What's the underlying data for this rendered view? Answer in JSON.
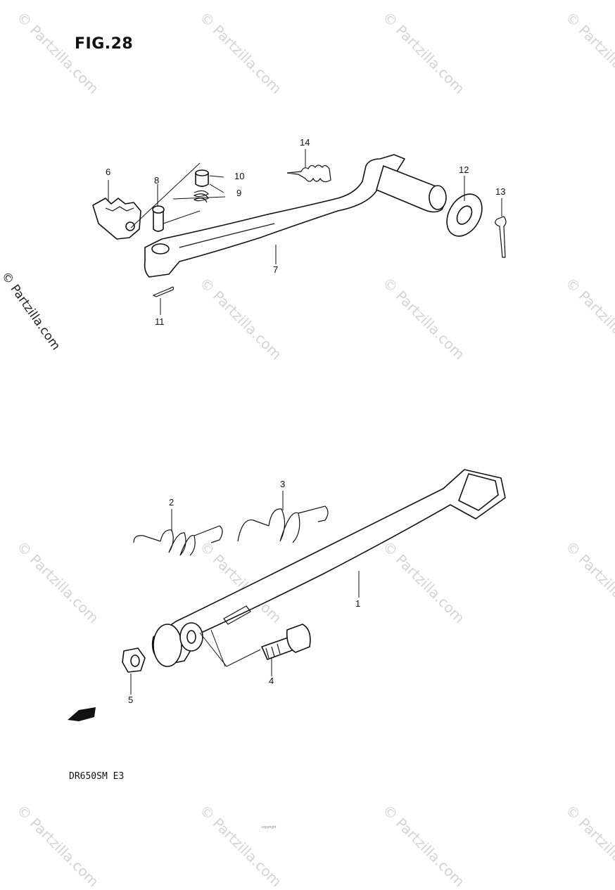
{
  "figure": {
    "title": "FIG.28",
    "model": "DR650SM  E3"
  },
  "watermark": {
    "text": "© Partzilla.com",
    "color": "#d4d4d4"
  },
  "side_watermark": {
    "text": "© Partzilla.com"
  },
  "callouts": [
    "1",
    "2",
    "3",
    "4",
    "5",
    "6",
    "7",
    "8",
    "9",
    "10",
    "11",
    "12",
    "13",
    "14"
  ],
  "footer_note": "copyright",
  "parts": [
    {
      "id": "1",
      "name": "side-stand"
    },
    {
      "id": "2",
      "name": "spring-small"
    },
    {
      "id": "3",
      "name": "spring-large"
    },
    {
      "id": "4",
      "name": "bolt"
    },
    {
      "id": "5",
      "name": "nut"
    },
    {
      "id": "6",
      "name": "brake-pedal-tip"
    },
    {
      "id": "7",
      "name": "brake-pedal"
    },
    {
      "id": "8",
      "name": "pin"
    },
    {
      "id": "9",
      "name": "spring-tip"
    },
    {
      "id": "10",
      "name": "cap"
    },
    {
      "id": "11",
      "name": "cotter-pin"
    },
    {
      "id": "12",
      "name": "washer"
    },
    {
      "id": "13",
      "name": "cotter-pin-large"
    },
    {
      "id": "14",
      "name": "return-spring"
    }
  ]
}
